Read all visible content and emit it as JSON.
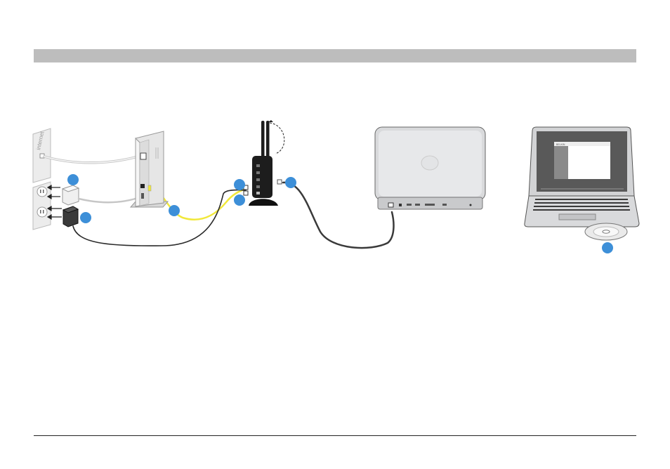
{
  "wall_jack": {
    "label": "internet"
  },
  "router": {
    "name_label": ""
  },
  "laptop2": {
    "window_brand": "BELKIN"
  },
  "colors": {
    "step_marker": "#3d8fd8",
    "yellow_cable": "#f1e83a",
    "dark_cable": "#3a3a3a",
    "router_body": "#1d1d1d",
    "laptop_silver": "#d9dadc"
  },
  "icons": [
    "wall-jack",
    "power-outlet",
    "modem",
    "router",
    "laptop-closed",
    "laptop-open",
    "cd-disc"
  ]
}
